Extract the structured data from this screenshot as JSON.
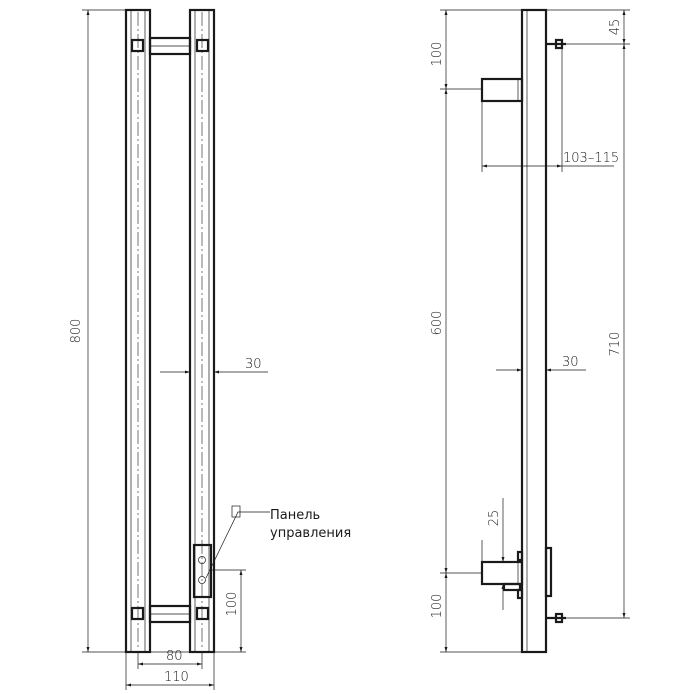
{
  "front_view": {
    "overall_height": "800",
    "tube_width": "30",
    "panel_offset": "100",
    "inner_spacing": "80",
    "overall_width": "110",
    "panel_label_line1": "Панель",
    "panel_label_line2": "управления"
  },
  "side_view": {
    "top_offset": "45",
    "bracket_top": "100",
    "projection": "103–115",
    "bracket_spacing": "600",
    "mount_spacing": "710",
    "tube_width": "30",
    "bracket_height": "25",
    "bracket_bottom": "100"
  }
}
